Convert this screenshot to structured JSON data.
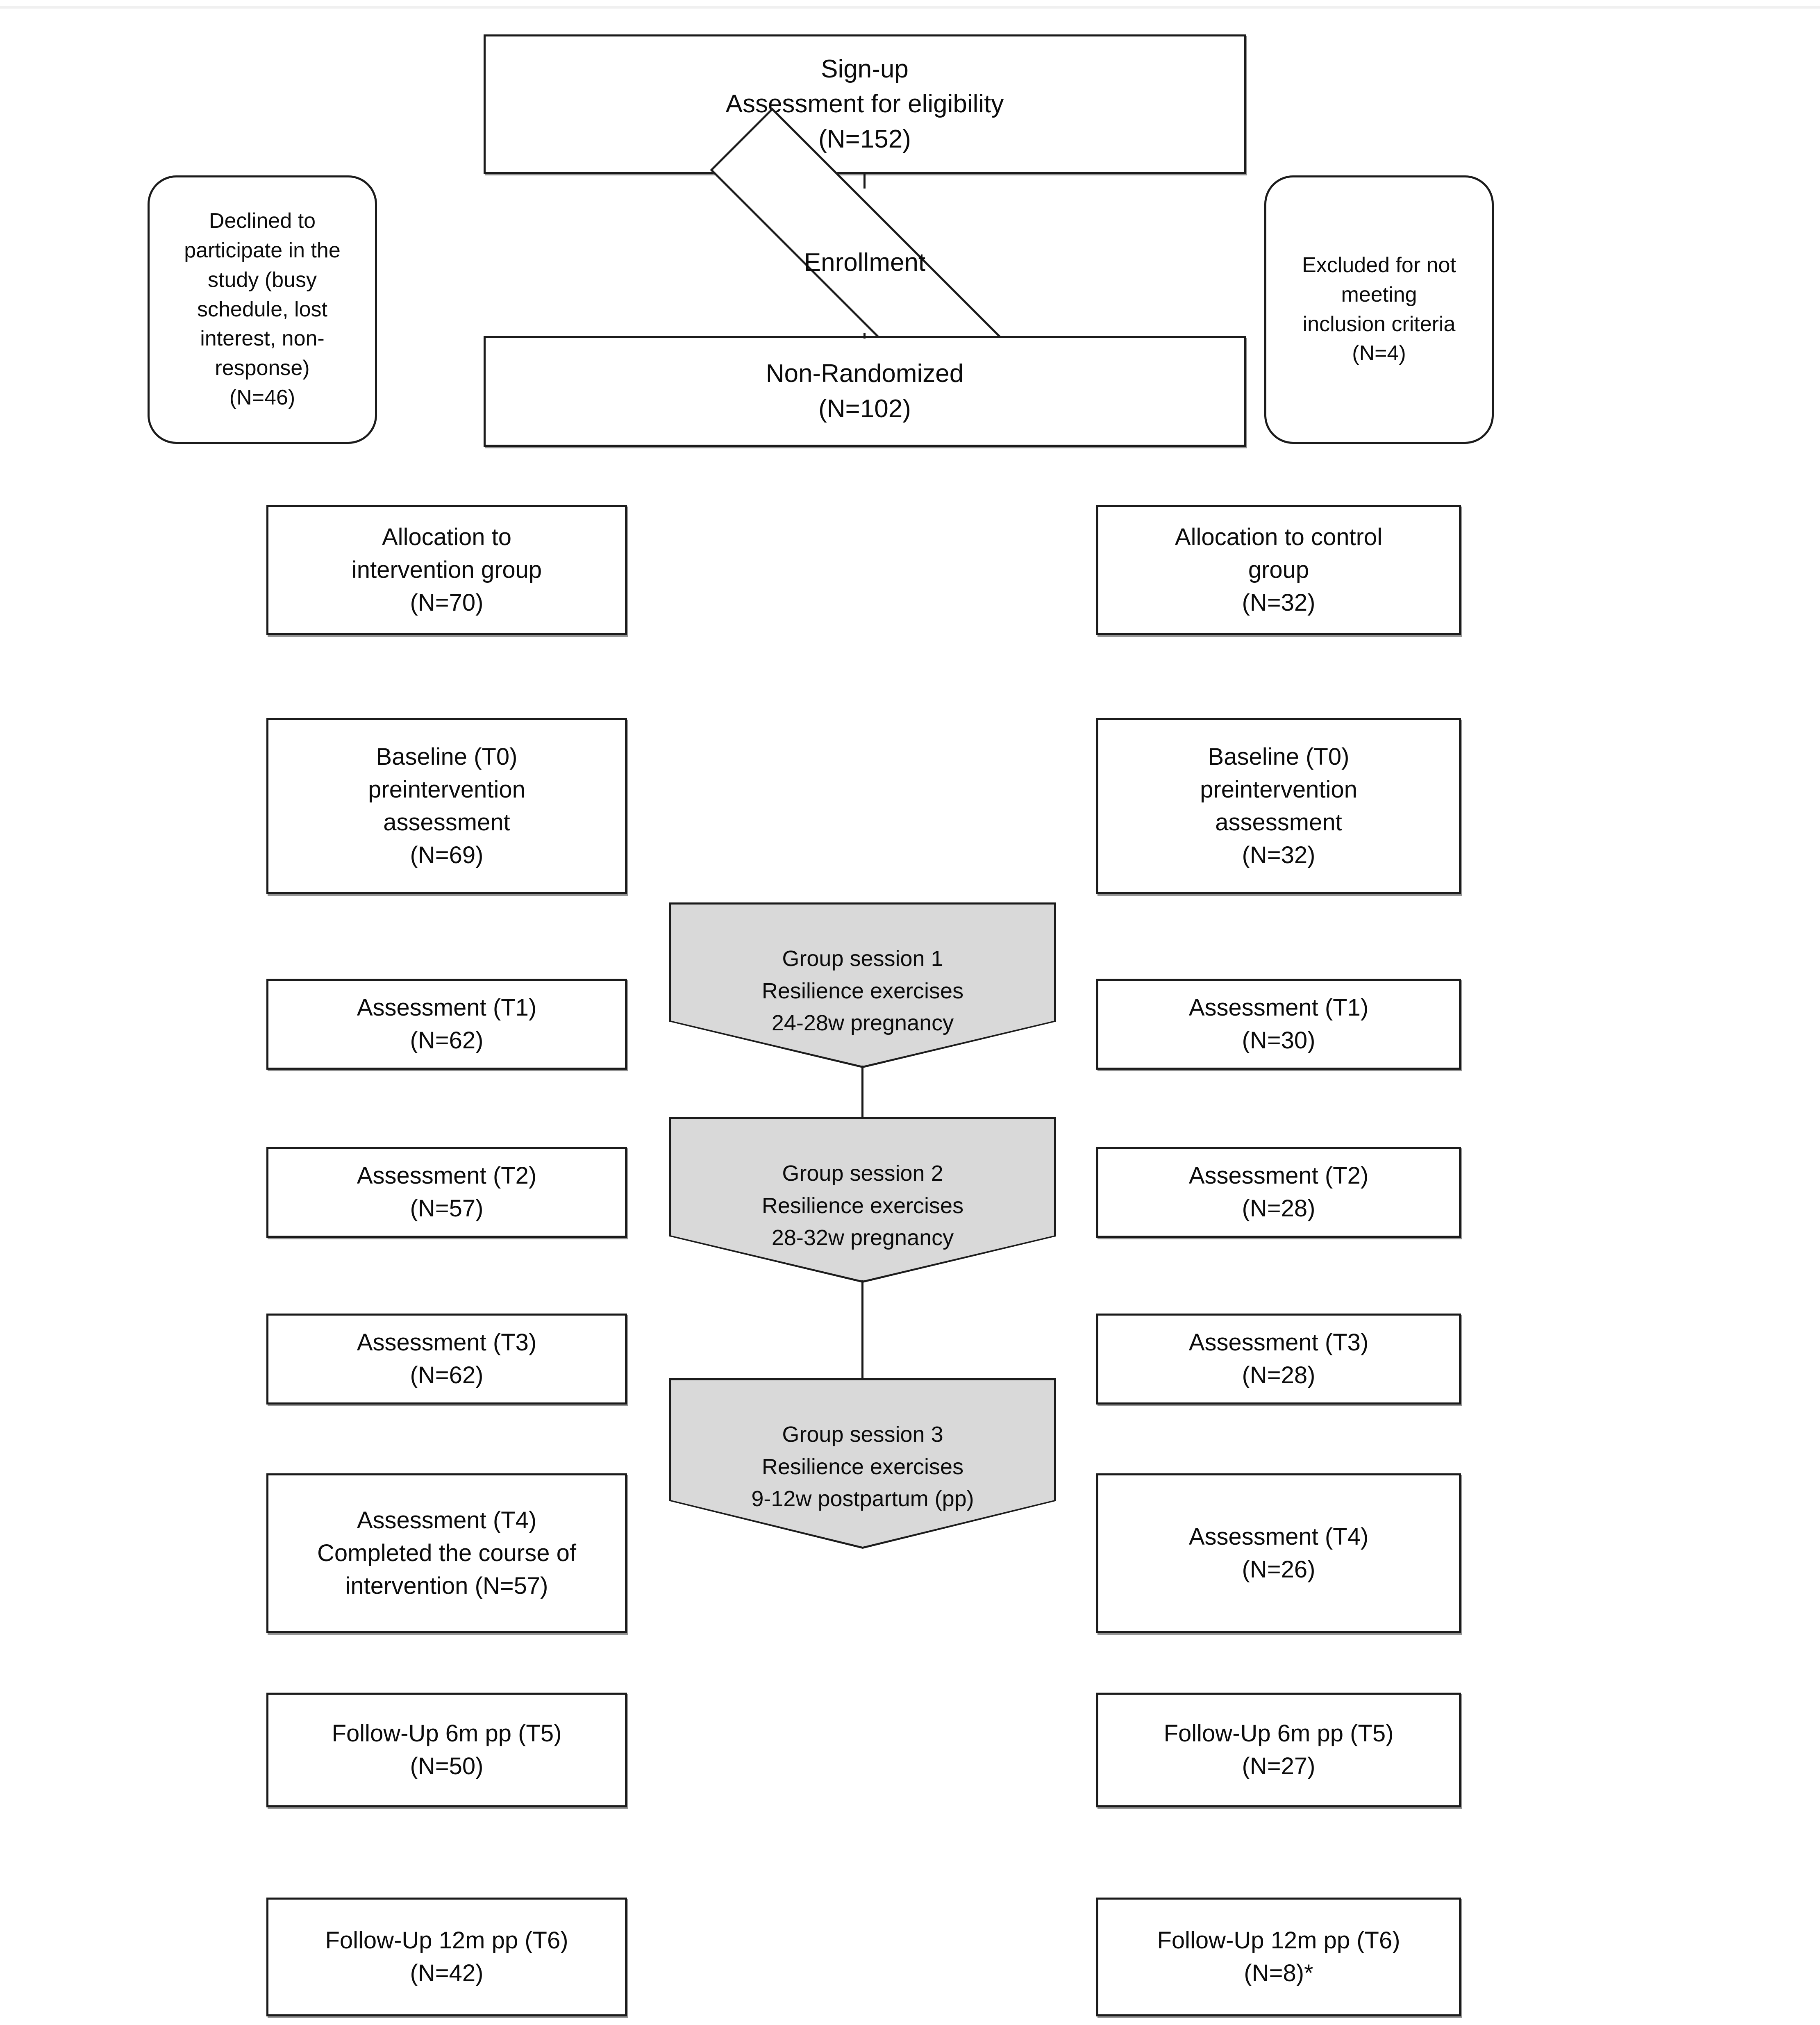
{
  "figure": {
    "title": "Study participant flow diagram",
    "colors": {
      "stroke": "#1b1b1b",
      "session_fill": "#d9d9d9",
      "background": "#ffffff"
    }
  },
  "nodes": {
    "signup": {
      "label": "Sign-up\nAssessment for eligibility\n(N=152)",
      "shape": "rectangle"
    },
    "declined": {
      "label": "Declined to\nparticipate in the\nstudy (busy\nschedule, lost\ninterest, non-\nresponse)\n(N=46)",
      "shape": "rounded-rectangle"
    },
    "excluded": {
      "label": "Excluded for not\nmeeting\ninclusion criteria\n(N=4)",
      "shape": "rounded-rectangle"
    },
    "enrollment": {
      "label": "Enrollment",
      "shape": "diamond"
    },
    "non_randomized": {
      "label": "Non-Randomized\n(N=102)",
      "shape": "rectangle"
    },
    "alloc_intervention": {
      "label": "Allocation to\nintervention group\n(N=70)",
      "shape": "rectangle"
    },
    "alloc_control": {
      "label": "Allocation to control\ngroup\n(N=32)",
      "shape": "rectangle"
    },
    "baseline_intervention": {
      "label": "Baseline (T0)\npreintervention\nassessment\n(N=69)",
      "shape": "rectangle"
    },
    "baseline_control": {
      "label": "Baseline (T0)\npreintervention\nassessment\n(N=32)",
      "shape": "rectangle"
    },
    "t1_intervention": {
      "label": "Assessment (T1)\n(N=62)",
      "shape": "rectangle"
    },
    "t1_control": {
      "label": "Assessment (T1)\n(N=30)",
      "shape": "rectangle"
    },
    "t2_intervention": {
      "label": "Assessment (T2)\n(N=57)",
      "shape": "rectangle"
    },
    "t2_control": {
      "label": "Assessment (T2)\n(N=28)",
      "shape": "rectangle"
    },
    "t3_intervention": {
      "label": "Assessment (T3)\n(N=62)",
      "shape": "rectangle"
    },
    "t3_control": {
      "label": "Assessment (T3)\n(N=28)",
      "shape": "rectangle"
    },
    "t4_intervention": {
      "label": "Assessment (T4)\nCompleted the course of\nintervention (N=57)",
      "shape": "rectangle"
    },
    "t4_control": {
      "label": "Assessment (T4)\n(N=26)",
      "shape": "rectangle"
    },
    "t5_intervention": {
      "label": "Follow-Up 6m pp (T5)\n(N=50)",
      "shape": "rectangle"
    },
    "t5_control": {
      "label": "Follow-Up 6m pp (T5)\n(N=27)",
      "shape": "rectangle"
    },
    "t6_intervention": {
      "label": "Follow-Up 12m pp (T6)\n(N=42)",
      "shape": "rectangle"
    },
    "t6_control": {
      "label": "Follow-Up 12m pp (T6)\n(N=8)*",
      "shape": "rectangle"
    },
    "session1": {
      "label": "Group session 1\nResilience exercises\n24-28w pregnancy",
      "shape": "pentagon-arrow"
    },
    "session2": {
      "label": "Group session 2\nResilience exercises\n28-32w pregnancy",
      "shape": "pentagon-arrow"
    },
    "session3": {
      "label": "Group session 3\nResilience exercises\n9-12w postpartum (pp)",
      "shape": "pentagon-arrow"
    }
  }
}
